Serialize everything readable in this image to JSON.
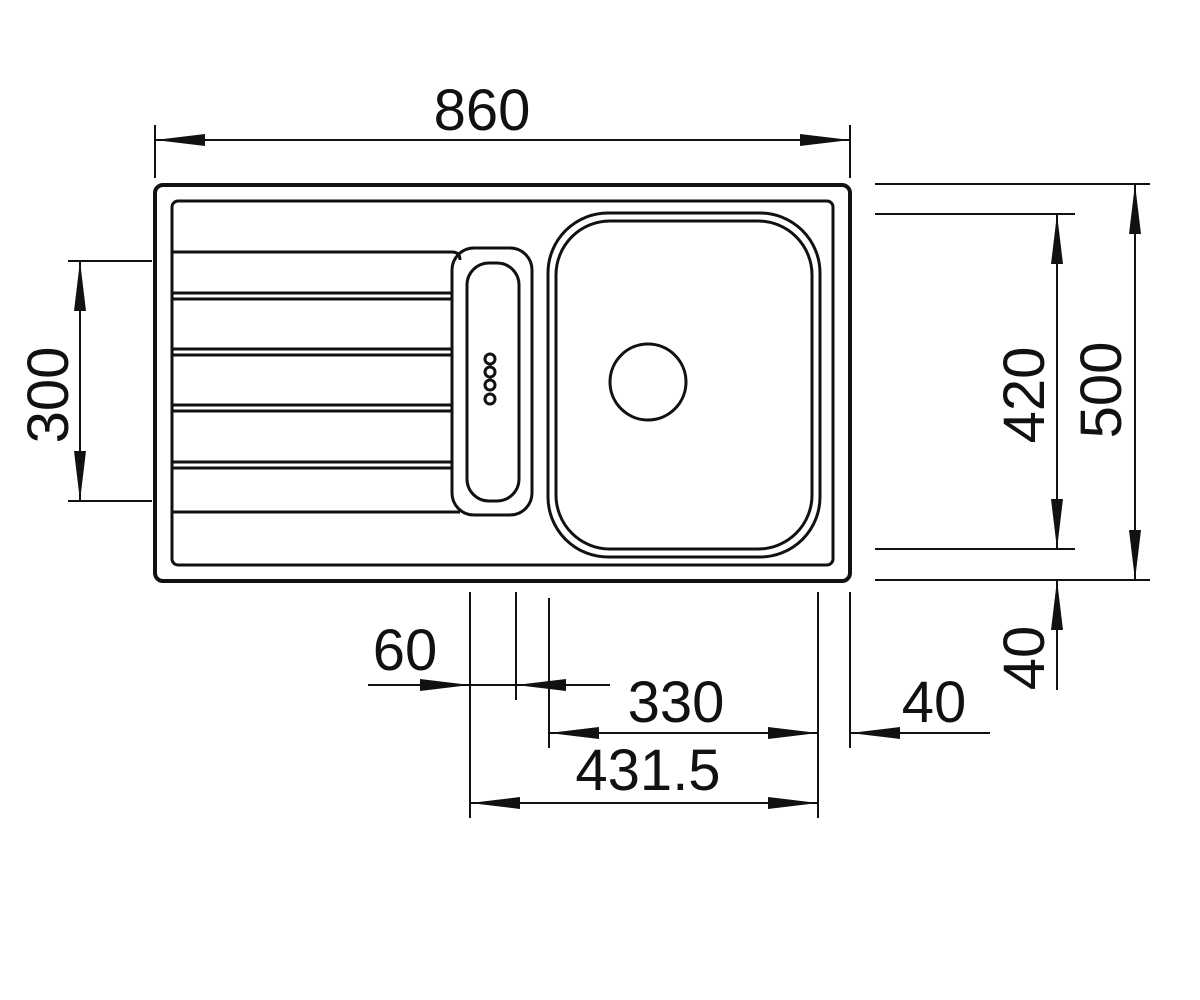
{
  "colors": {
    "line": "#111111",
    "background": "#ffffff"
  },
  "dimensions": {
    "total_width": "860",
    "total_depth": "500",
    "bowl_depth": "420",
    "drainer_depth": "300",
    "rear_offset": "40",
    "overflow_width": "60",
    "bowl_width": "330",
    "side_margin": "40",
    "center_distance": "431.5"
  }
}
